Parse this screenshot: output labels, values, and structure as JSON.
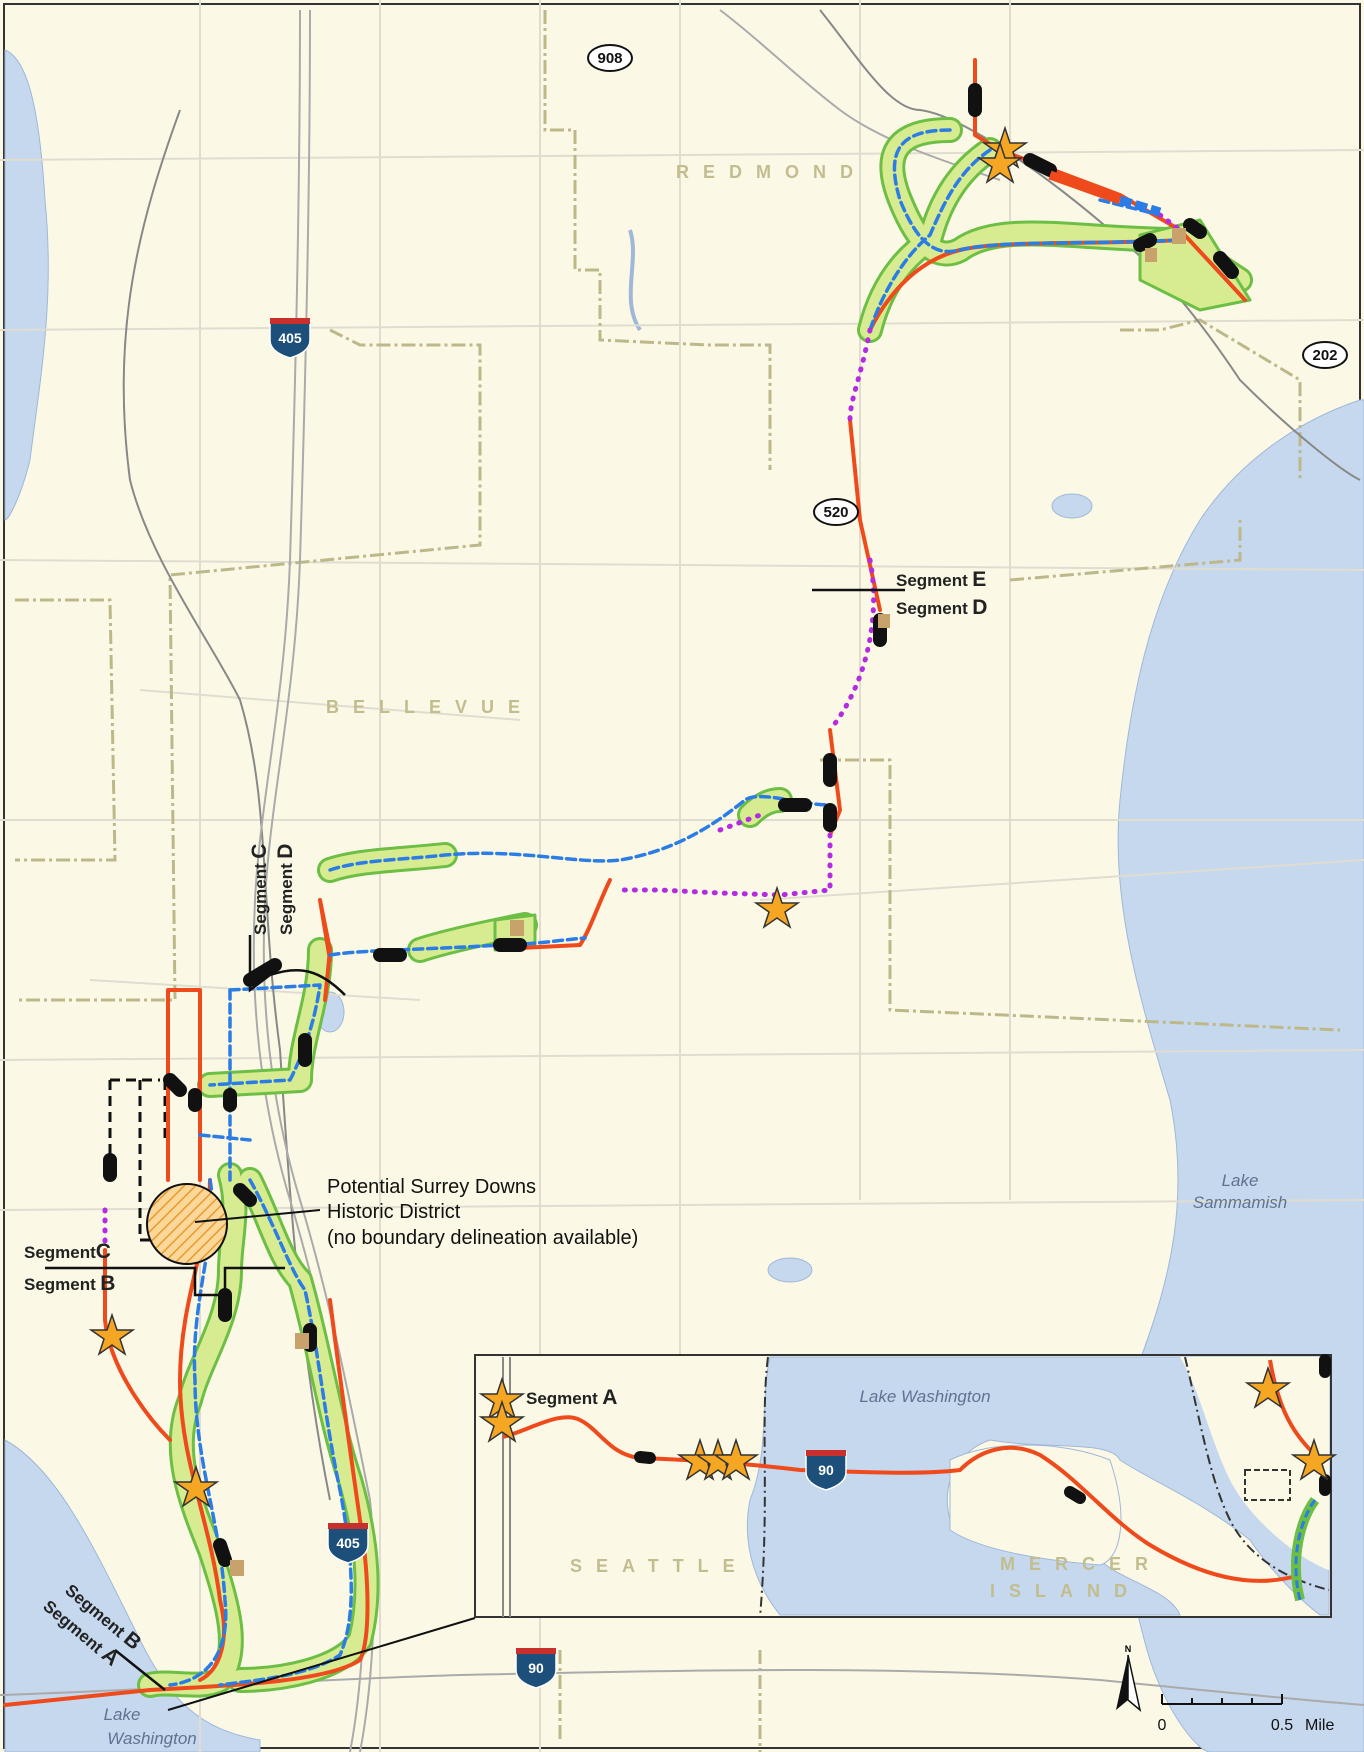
{
  "cities": {
    "redmond": "REDMOND",
    "bellevue": "BELLEVUE",
    "seattle": "SEATTLE",
    "mercer_island_1": "MERCER",
    "mercer_island_2": "ISLAND"
  },
  "lakes": {
    "sammamish_1": "Lake",
    "sammamish_2": "Sammamish",
    "washington_1": "Lake",
    "washington_2": "Washington",
    "washington_inset": "Lake Washington"
  },
  "highways": {
    "sr908": "908",
    "sr202": "202",
    "sr520": "520",
    "i405_top": "405",
    "i405_bottom": "405",
    "i90": "90",
    "i90_inset": "90"
  },
  "segments": {
    "e_word": "Segment",
    "e_letter": "E",
    "d_word": "Segment",
    "d_letter": "D",
    "c_word": "Segment",
    "c_letter": "C",
    "b_word": "Segment",
    "b_letter": "B",
    "a_inset_word": "Segment",
    "a_inset_letter": "A",
    "diag_b_word": "Segment",
    "diag_b_letter": "B",
    "diag_a_word": "Segment",
    "diag_a_letter": "A",
    "vert_c_word": "Segment",
    "vert_c_letter": "C",
    "vert_d_word": "Segment",
    "vert_d_letter": "D"
  },
  "annotation": {
    "line1": "Potential Surrey Downs",
    "line2": "Historic District",
    "line3": "(no boundary delineation available)"
  },
  "scale_bar": {
    "zero": "0",
    "half": "0.5",
    "unit": "Mile"
  },
  "north_arrow": {
    "label": "N"
  },
  "colors": {
    "land": "#fbf9e6",
    "water": "#c6d8ee",
    "buffer": "#d7ec91",
    "buffer_edge": "#6cbe45",
    "route_red": "#ee4a1c",
    "route_blue": "#2b7ce4",
    "route_purple": "#b42be0",
    "boundary": "#bdb88a",
    "star": "#f5a623"
  }
}
